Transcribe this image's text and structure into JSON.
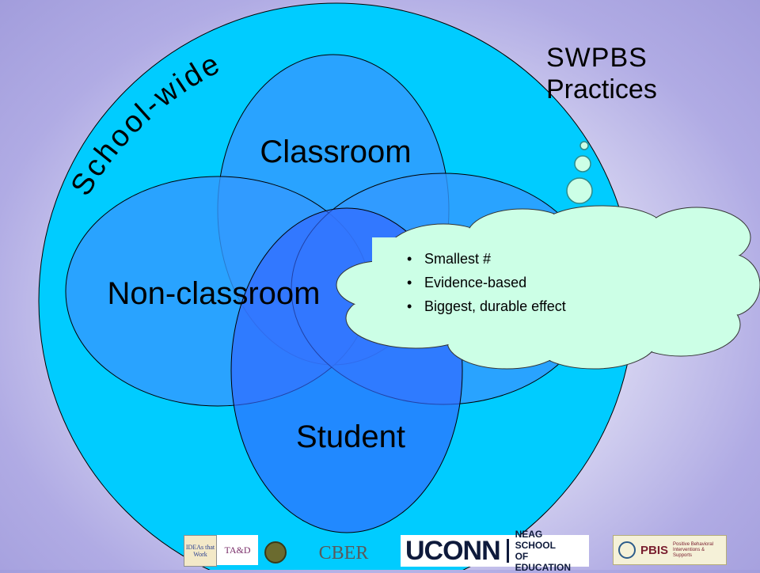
{
  "diagram": {
    "outer_label": "School-wide",
    "practices_label": [
      "SWPBS",
      "Practices"
    ],
    "ellipses": [
      {
        "label": "Classroom"
      },
      {
        "label": "Non-classroom"
      },
      {
        "label": "Student"
      }
    ],
    "thought_bubble": {
      "bullets": [
        "Smallest #",
        "Evidence-based",
        "Biggest, durable effect"
      ]
    }
  },
  "colors": {
    "outer_circle": "#00ccff",
    "ellipse_classroom": "#3399ff",
    "ellipse_nonclassroom": "#3399ff",
    "ellipse_right": "#3399ff",
    "ellipse_student": "#3366ff",
    "cloud": "#ccffe6",
    "bubble_stroke": "#2f8a8a"
  },
  "footer_logos": [
    {
      "name": "IDEAs that Work",
      "text": "IDEAs that Work"
    },
    {
      "name": "TA&D",
      "text": "TA&D"
    },
    {
      "name": "seal",
      "text": ""
    },
    {
      "name": "CBER",
      "text": "CBER"
    },
    {
      "name": "UCONN",
      "text": "UCONN",
      "sub": [
        "NEAG SCHOOL",
        "OF EDUCATION"
      ]
    },
    {
      "name": "PBIS",
      "text": "PBIS",
      "sub": "Positive Behavioral Interventions & Supports"
    }
  ]
}
